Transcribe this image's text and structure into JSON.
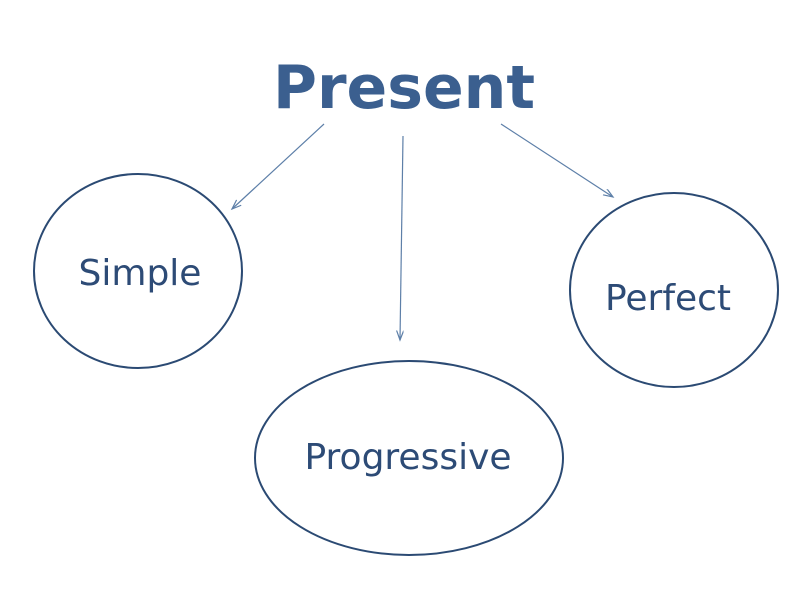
{
  "colors": {
    "title": "#3b5f8f",
    "node_stroke": "#2b4a73",
    "node_text": "#2d4b76",
    "arrow": "#5d7fa8"
  },
  "diagram": {
    "title": "Present",
    "nodes": {
      "simple": {
        "label": "Simple"
      },
      "progressive": {
        "label": "Progressive"
      },
      "perfect": {
        "label": "Perfect"
      }
    },
    "edges": [
      {
        "from": "Present",
        "to": "Simple"
      },
      {
        "from": "Present",
        "to": "Progressive"
      },
      {
        "from": "Present",
        "to": "Perfect"
      }
    ]
  }
}
